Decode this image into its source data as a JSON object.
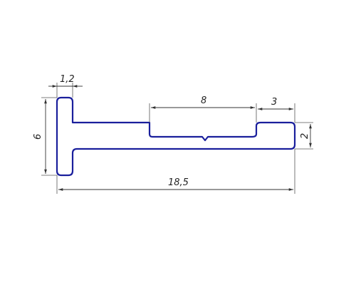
{
  "drawing": {
    "profile_color": "#1a1f9c",
    "dimension_color": "#333333",
    "dimensions": {
      "flange_thickness": "1,2",
      "flange_height": "6",
      "groove_length": "8",
      "tip_length": "3",
      "tip_height": "2",
      "total_length": "18,5"
    }
  }
}
